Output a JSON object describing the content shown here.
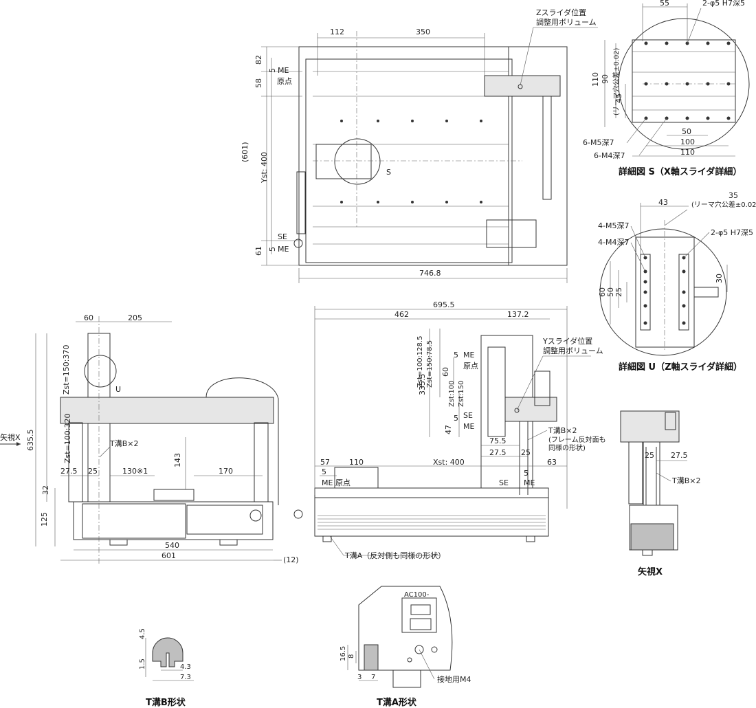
{
  "top_view": {
    "dims": {
      "d112": "112",
      "d350": "350",
      "d82": "82",
      "d58": "58",
      "d5a": "5",
      "d601": "(601)",
      "yst": "Yst: 400",
      "d61": "61",
      "d5b": "5",
      "d746": "746.8"
    },
    "labels": {
      "me_top": "ME",
      "origin": "原点",
      "se": "SE",
      "me_bottom": "ME",
      "s_mark": "S",
      "z_volume_1": "Zスライダ位置",
      "z_volume_2": "調整用ボリューム"
    }
  },
  "detail_s": {
    "title": "詳細図 S（X軸スライダ詳細）",
    "dims": {
      "d55": "55",
      "hole": "2-φ5  H7深5",
      "d110v": "110",
      "d90": "90",
      "reamer": "(リーマ穴公差±0.02)",
      "d45": "45",
      "d50": "50",
      "d100": "100",
      "d110h": "110",
      "m5": "6-M5深7",
      "m4": "6-M4深7"
    }
  },
  "detail_u": {
    "title": "詳細図 U（Z軸スライダ詳細）",
    "dims": {
      "d35": "35",
      "reamer": "(リーマ穴公差±0.02)",
      "d43": "43",
      "m5": "4-M5深7",
      "m4": "4-M4深7",
      "hole": "2-φ5  H7深5",
      "d30": "30",
      "d60": "60",
      "d50": "50",
      "d25": "25"
    }
  },
  "front_view": {
    "dims": {
      "d60": "60",
      "d205": "205",
      "d635": "635.5",
      "zst_long": "Zst=150:370",
      "zst_short": "Zst=100:320",
      "d27": "27.5",
      "d25": "25",
      "d130": "130※1",
      "d170": "170",
      "d143": "143",
      "d32": "32",
      "d125": "125",
      "d540": "540",
      "d601": "601",
      "d12": "(12)"
    },
    "labels": {
      "arrow_x": "矢視X",
      "u_mark": "U",
      "slot_b": "T溝B×2"
    }
  },
  "side_view": {
    "dims": {
      "d695": "695.5",
      "d462": "462",
      "d137": "137.2",
      "d335": "335.5",
      "zst_a": "Zst=100:128.5",
      "zst_b": "Zst=150:78.5",
      "d60": "60",
      "d5a": "5",
      "zst100": "Zst:100",
      "zst150": "Zst:150",
      "d5b": "5",
      "d47": "47",
      "d75": "75.5",
      "d27": "27.5",
      "d25": "25",
      "d57": "57",
      "d5c": "5",
      "d110": "110",
      "xst": "Xst: 400",
      "d5d": "5",
      "d63": "63"
    },
    "labels": {
      "me1": "ME",
      "origin1": "原点",
      "se1": "SE",
      "me2": "ME",
      "me3": "ME",
      "origin2": "原点",
      "se2": "SE",
      "me4": "ME",
      "y_volume_1": "Yスライダ位置",
      "y_volume_2": "調整用ボリューム",
      "slot_b": "T溝B×2",
      "slot_b_note1": "(フレーム反対面も",
      "slot_b_note2": "同様の形状)",
      "slot_a": "T溝A（反対側も同様の形状）"
    }
  },
  "arrow_view": {
    "title": "矢視X",
    "dims": {
      "d25": "25",
      "d27": "27.5"
    },
    "labels": {
      "slot_b": "T溝B×2"
    }
  },
  "slot_b_detail": {
    "title": "T溝B形状",
    "dims": {
      "d45": "4.5",
      "d15": "1.5",
      "d43": "4.3",
      "d73": "7.3"
    }
  },
  "slot_a_detail": {
    "title": "T溝A形状",
    "dims": {
      "d165": "16.5",
      "d8": "8",
      "d3": "3",
      "d7": "7"
    },
    "labels": {
      "ac": "AC100-",
      "ground": "接地用M4"
    }
  }
}
